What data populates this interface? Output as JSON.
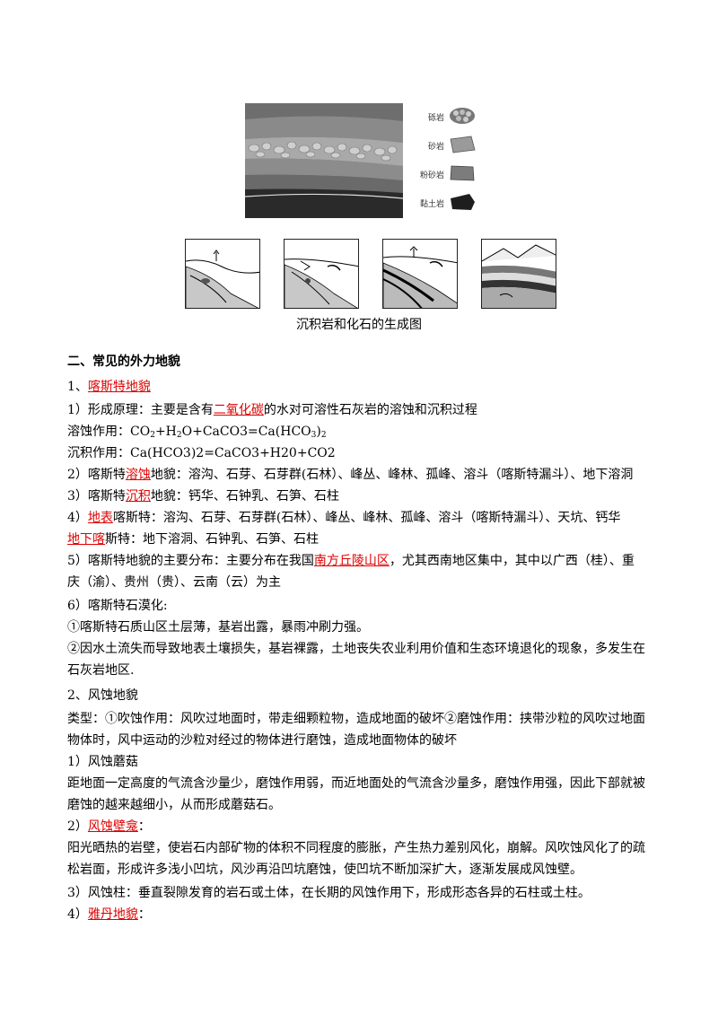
{
  "figure": {
    "legend": [
      "砾岩",
      "砂岩",
      "粉砂岩",
      "黏土岩"
    ],
    "caption": "沉积岩和化石的生成图"
  },
  "section": {
    "heading": "二、常见的外力地貌",
    "karst": {
      "title_num": "1、",
      "title": "喀斯特地貌",
      "l1_a": "1）形成原理：主要是含有",
      "l1_red": "二氧化碳",
      "l1_b": "的水对可溶性石灰岩的溶蚀和沉积过程",
      "l2_a": "溶蚀作用：CO",
      "l2_s1": "2",
      "l2_b": "+H",
      "l2_s2": "2",
      "l2_c": "O+CaCO3=Ca(HCO",
      "l2_s3": "3",
      "l2_d": ")",
      "l2_s4": "2",
      "l3": "沉积作用：Ca(HCO3)2=CaCO3+H20+CO2",
      "l4_a": "2）喀斯特",
      "l4_red": "溶蚀",
      "l4_b": "地貌：溶沟、石芽、石芽群(石林）、峰丛、峰林、孤峰、溶斗（喀斯特漏斗）、地下溶洞",
      "l5_a": "3）喀斯特",
      "l5_red": "沉积",
      "l5_b": "地貌：钙华、石钟乳、石笋、石柱",
      "l6_a": "4）",
      "l6_red": "地表",
      "l6_b": "喀斯特：溶沟、石芽、石芽群(石林）、峰丛、峰林、孤峰、溶斗（喀斯特漏斗）、天坑、钙华",
      "l7_red": "地下喀",
      "l7_b": "斯特：地下溶洞、石钟乳、石笋、石柱",
      "l8_a": "5）喀斯特地貌的主要分布：主要分布在我国",
      "l8_red": "南方丘陵山区",
      "l8_b": "，尤其西南地区集中，其中以广西（桂）、重",
      "l9": "庆（渝）、贵州（贵）、云南（云）为主",
      "l10": "6）喀斯特石漠化:",
      "l11": "①喀斯特石质山区土层薄，基岩出露，暴雨冲刷力强。",
      "l12": "②因水土流失而导致地表土壤损失，基岩裸露，土地丧失农业利用价值和生态环境退化的现象，多发生在",
      "l13": "石灰岩地区."
    },
    "wind": {
      "title": "2、风蚀地貌",
      "l1": "类型：①吹蚀作用：风吹过地面时，带走细颗粒物，造成地面的破坏②磨蚀作用：挟带沙粒的风吹过地面",
      "l2": "物体时，风中运动的沙粒对经过的物体进行磨蚀，造成地面物体的破坏",
      "l3": "1）风蚀蘑菇",
      "l4": "距地面一定高度的气流含沙量少，磨蚀作用弱，而近地面处的气流含沙量多，磨蚀作用强，因此下部就被",
      "l5": "磨蚀的越来越细小，从而形成蘑菇石。",
      "l6_a": "2）",
      "l6_red": "风蚀壁龛",
      "l6_b": "：",
      "l7": "阳光晒热的岩壁，使岩石内部矿物的体积不同程度的膨胀，产生热力差别风化，崩解。风吹蚀风化了的疏",
      "l8": "松岩面，形成许多浅小凹坑，风沙再沿凹坑磨蚀，使凹坑不断加深扩大，逐渐发展成风蚀壁。",
      "l9": "3）风蚀柱：垂直裂隙发育的岩石或土体，在长期的风蚀作用下，形成形态各异的石柱或土柱。",
      "l10_a": "4）",
      "l10_red": "雅丹地貌",
      "l10_b": "："
    }
  }
}
